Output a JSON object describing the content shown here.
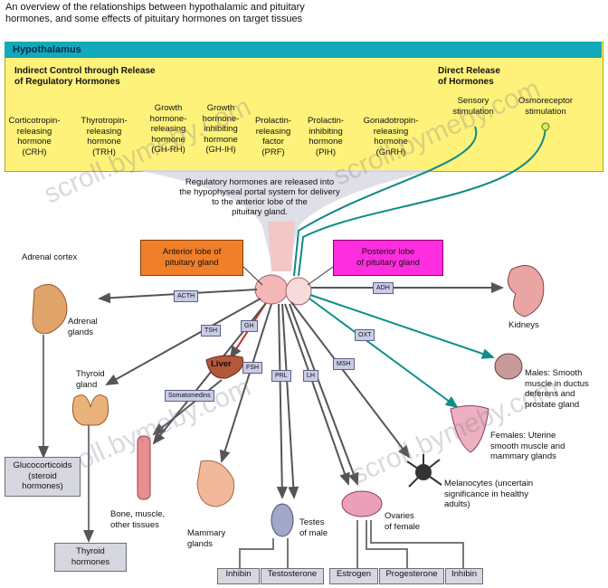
{
  "caption": {
    "line1": "An overview of the relationships between hypothalamic and pituitary",
    "line2": "hormones, and some effects of pituitary hormones on target tissues"
  },
  "hypothalamus": {
    "title": "Hypothalamus",
    "indirect_title1": "Indirect Control through Release",
    "indirect_title2": "of Regulatory Hormones",
    "direct_title1": "Direct Release",
    "direct_title2": "of Hormones",
    "regulatory_hormones": [
      {
        "l1": "Corticotropin-",
        "l2": "releasing",
        "l3": "hormone",
        "l4": "(CRH)"
      },
      {
        "l1": "Thyrotropin-",
        "l2": "releasing",
        "l3": "hormone",
        "l4": "(TRH)"
      },
      {
        "l1": "Growth",
        "l2": "hormone-",
        "l3": "releasing",
        "l4": "hormone",
        "l5": "(GH-RH)"
      },
      {
        "l1": "Growth",
        "l2": "hormone-",
        "l3": "inhibiting",
        "l4": "hormone",
        "l5": "(GH-IH)"
      },
      {
        "l1": "Prolactin-",
        "l2": "releasing",
        "l3": "factor",
        "l4": "(PRF)"
      },
      {
        "l1": "Prolactin-",
        "l2": "inhibiting",
        "l3": "hormone",
        "l4": "(PIH)"
      },
      {
        "l1": "Gonadotropin-",
        "l2": "releasing",
        "l3": "hormone",
        "l4": "(GnRH)"
      }
    ],
    "sensory1": "Sensory",
    "sensory2": "stimulation",
    "osmo1": "Osmoreceptor",
    "osmo2": "stimulation"
  },
  "portal_text": {
    "l1": "Regulatory hormones are released into",
    "l2": "the hypophyseal portal system for delivery",
    "l3": "to the anterior lobe of the",
    "l4": "pituitary gland."
  },
  "anterior": {
    "l1": "Anterior lobe of",
    "l2": "pituitary gland"
  },
  "posterior": {
    "l1": "Posterior lobe",
    "l2": "of pituitary gland"
  },
  "tags": {
    "acth": "ACTH",
    "tsh": "TSH",
    "gh": "GH",
    "prl": "PRL",
    "lh": "LH",
    "fsh": "FSH",
    "msh": "MSH",
    "adh": "ADH",
    "oxt": "OXT",
    "somatomedins": "Somatomedins"
  },
  "targets": {
    "adrenal_cortex": "Adrenal cortex",
    "adrenal1": "Adrenal",
    "adrenal2": "glands",
    "thyroid1": "Thyroid",
    "thyroid2": "gland",
    "liver": "Liver",
    "gluco1": "Glucocorticoids",
    "gluco2": "(steroid",
    "gluco3": "hormones)",
    "thyroid_h1": "Thyroid",
    "thyroid_h2": "hormones",
    "bone1": "Bone, muscle,",
    "bone2": "other tissues",
    "mammary1": "Mammary",
    "mammary2": "glands",
    "testes1": "Testes",
    "testes2": "of male",
    "ovaries1": "Ovaries",
    "ovaries2": "of female",
    "kidneys": "Kidneys",
    "males1": "Males: Smooth",
    "males2": "muscle in ductus",
    "males3": "deferens and",
    "males4": "prostate gland",
    "females1": "Females: Uterine",
    "females2": "smooth muscle and",
    "females3": "mammary glands",
    "melano1": "Melanocytes (uncertain",
    "melano2": "significance in healthy",
    "melano3": "adults)"
  },
  "bottom_hormones": [
    "Inhibin",
    "Testosterone",
    "Estrogen",
    "Progesterone",
    "Inhibin"
  ],
  "watermark": "scroll.bymeby.com",
  "colors": {
    "hypothalamus": "#fff27a",
    "band": "#12a9b8",
    "anterior": "#f07f2a",
    "posterior": "#ff2de0",
    "tag": "#c9cce6",
    "box": "#d7d7df"
  }
}
